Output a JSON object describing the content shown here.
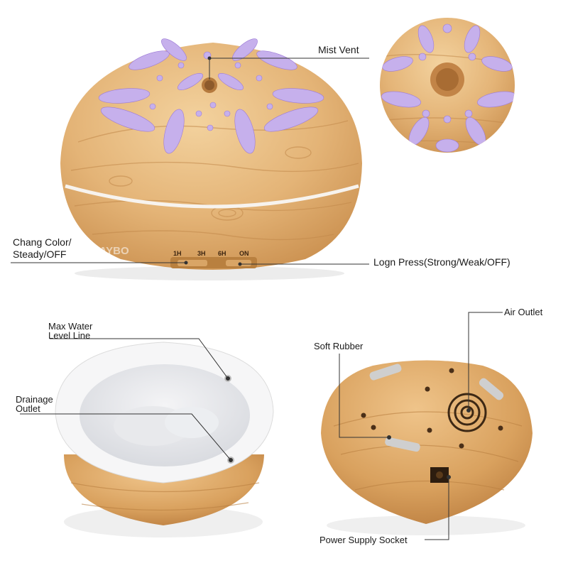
{
  "callouts": {
    "mist_vent": "Mist Vent",
    "change_color_line1": "Chang Color/",
    "change_color_line2": "Steady/OFF",
    "long_press": "Logn Press(Strong/Weak/OFF)",
    "max_water_line1": "Max Water",
    "max_water_line2": "Level Line",
    "drainage_line1": "Drainage",
    "drainage_line2": "Outlet",
    "air_outlet": "Air Outlet",
    "soft_rubber": "Soft Rubber",
    "power_socket": "Power Supply Socket"
  },
  "button_panel": {
    "timer_1h": "1H",
    "timer_3h": "3H",
    "timer_6h": "6H",
    "timer_on": "ON"
  },
  "watermark": "KBAYBO",
  "colors": {
    "wood_light": "#ecc48c",
    "wood_mid": "#d9a261",
    "wood_dark": "#b87a3c",
    "glow_purple": "#c6b0ec",
    "line": "#333333"
  }
}
